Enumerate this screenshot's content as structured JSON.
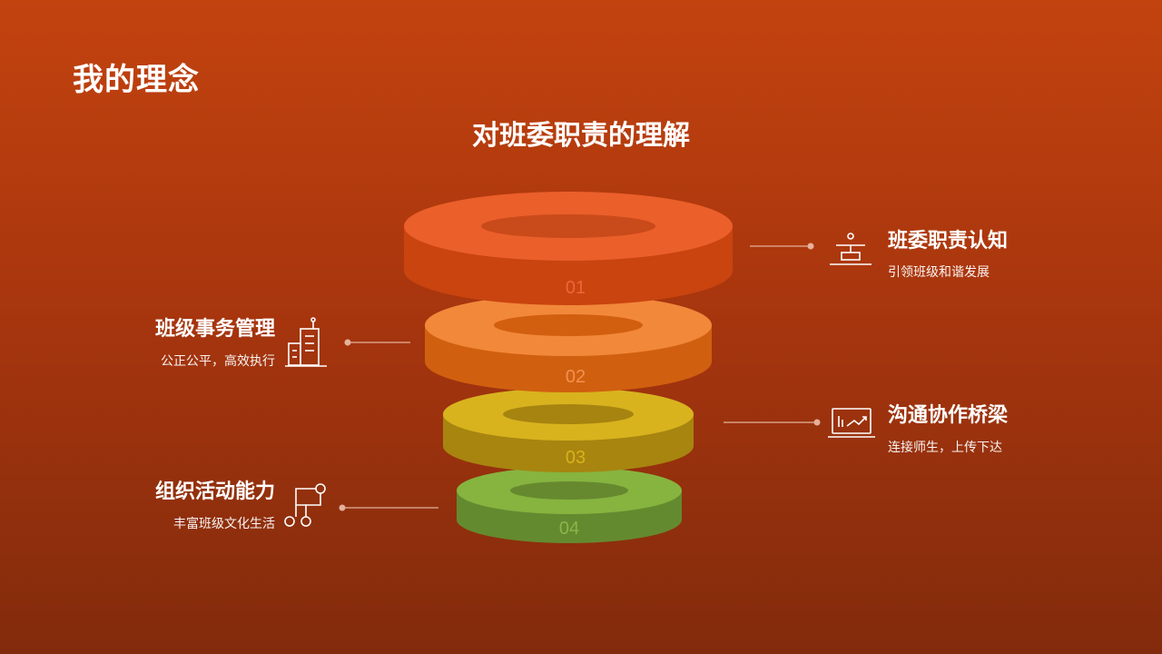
{
  "slide": {
    "title": "我的理念",
    "diagram_title": "对班委职责的理解"
  },
  "levels": [
    {
      "number": "01",
      "title": "班委职责认知",
      "desc": "引领班级和谐发展",
      "side": "right",
      "icon": "podium-icon",
      "colors": {
        "top": "#eb5f2a",
        "side": "#c9440f",
        "hole": "#c94a1a",
        "num": "#f0643a"
      }
    },
    {
      "number": "02",
      "title": "班级事务管理",
      "desc": "公正公平，高效执行",
      "side": "left",
      "icon": "buildings-icon",
      "colors": {
        "top": "#f2883a",
        "side": "#d0600f",
        "hole": "#d25f0f",
        "num": "#f39050"
      }
    },
    {
      "number": "03",
      "title": "沟通协作桥梁",
      "desc": "连接师生，上传下达",
      "side": "right",
      "icon": "laptop-chart-icon",
      "colors": {
        "top": "#d8b31e",
        "side": "#a7850f",
        "hole": "#a7840f",
        "num": "#d9b11c"
      }
    },
    {
      "number": "04",
      "title": "组织活动能力",
      "desc": "丰富班级文化生活",
      "side": "left",
      "icon": "flow-nodes-icon",
      "colors": {
        "top": "#86b43f",
        "side": "#648a2f",
        "hole": "#66892f",
        "num": "#8bb548"
      }
    }
  ]
}
